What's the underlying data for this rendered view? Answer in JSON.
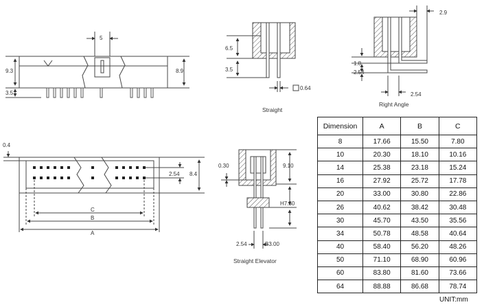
{
  "views": {
    "front_top": {
      "labels": {
        "pitch": "5",
        "height_total": "9.3",
        "pin_len": "3.5",
        "height_body": "8.9"
      }
    },
    "straight": {
      "caption": "Straight",
      "labels": {
        "upper": "6.5",
        "lower": "3.5",
        "thickness": "0.64"
      }
    },
    "right_angle": {
      "caption": "Right Angle",
      "labels": {
        "offset": "2.9",
        "row_gap": "1.8",
        "pitch": "2.54",
        "bottom": "2.54"
      }
    },
    "plan": {
      "labels": {
        "wall": "0.4",
        "pitch": "2.54",
        "width": "8.4",
        "c": "C",
        "b": "B",
        "a": "A"
      }
    },
    "elevator": {
      "caption": "Straight Elevator",
      "labels": {
        "wall": "0.30",
        "top": "9.10",
        "h": "H7.50",
        "pitch": "2.54",
        "b": "B3.00"
      }
    }
  },
  "table": {
    "headers": [
      "Dimension",
      "A",
      "B",
      "C"
    ],
    "rows": [
      [
        "8",
        "17.66",
        "15.50",
        "7.80"
      ],
      [
        "10",
        "20.30",
        "18.10",
        "10.16"
      ],
      [
        "14",
        "25.38",
        "23.18",
        "15.24"
      ],
      [
        "16",
        "27.92",
        "25.72",
        "17.78"
      ],
      [
        "20",
        "33.00",
        "30.80",
        "22.86"
      ],
      [
        "26",
        "40.62",
        "38.42",
        "30.48"
      ],
      [
        "30",
        "45.70",
        "43.50",
        "35.56"
      ],
      [
        "34",
        "50.78",
        "48.58",
        "40.64"
      ],
      [
        "40",
        "58.40",
        "56.20",
        "48.26"
      ],
      [
        "50",
        "71.10",
        "68.90",
        "60.96"
      ],
      [
        "60",
        "83.80",
        "81.60",
        "73.66"
      ],
      [
        "64",
        "88.88",
        "86.68",
        "78.74"
      ]
    ],
    "unit": "UNIT:mm"
  }
}
